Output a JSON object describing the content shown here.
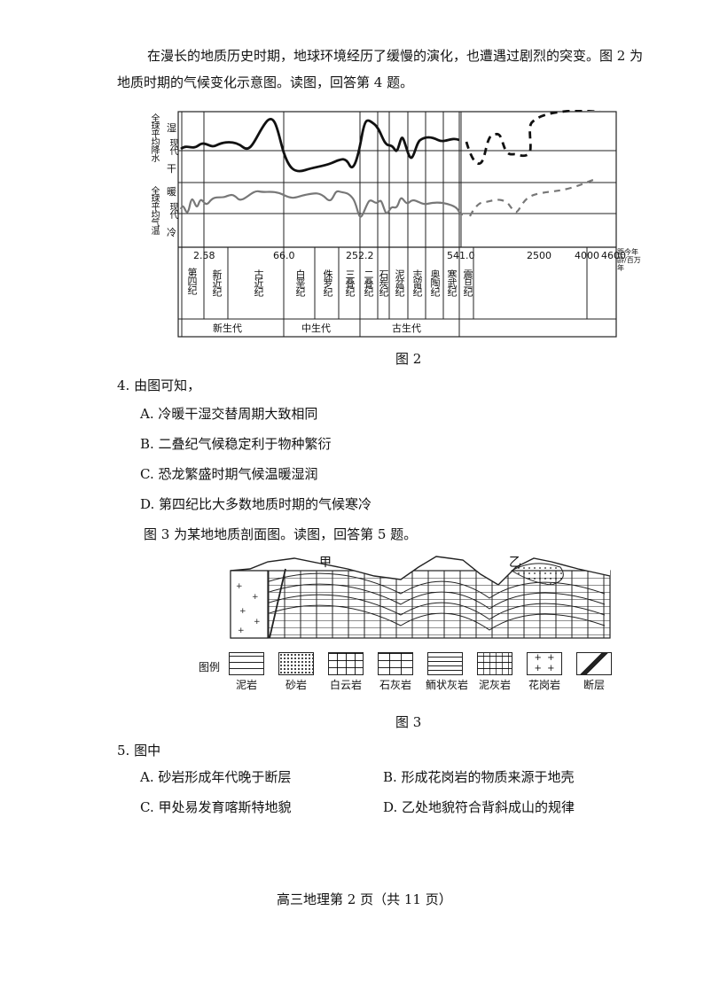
{
  "intro": {
    "line1": "在漫长的地质历史时期，地球环境经历了缓慢的演化，也遭遇过剧烈的突变。图 2 为",
    "line2": "地质时期的气候变化示意图。读图，回答第 4 题。"
  },
  "fig2": {
    "caption": "图 2",
    "left_label_precip": "全球平均降水",
    "left_label_temp": "全球平均气温",
    "wet": "湿",
    "modern1": "现代",
    "dry": "干",
    "warm": "暖",
    "modern2": "现代",
    "cold": "冷",
    "time_labels": [
      "2.58",
      "66.0",
      "252.2",
      "541.0",
      "2500",
      "4000",
      "4600"
    ],
    "time_unit": "距今年龄/百万年",
    "periods": [
      "第四纪",
      "新近纪",
      "古近纪",
      "白垩纪",
      "侏罗纪",
      "三叠纪",
      "二叠纪",
      "石炭纪",
      "泥盆纪",
      "志留纪",
      "奥陶纪",
      "寒武纪",
      "震旦纪"
    ],
    "eras": [
      "新生代",
      "中生代",
      "古生代"
    ]
  },
  "q4": {
    "stem": "4.  由图可知，",
    "options": [
      "A.  冷暖干湿交替周期大致相同",
      "B.  二叠纪气候稳定利于物种繁衍",
      "C.  恐龙繁盛时期气候温暖湿润",
      "D.  第四纪比大多数地质时期的气候寒冷"
    ]
  },
  "fig3_intro": "图 3 为某地地质剖面图。读图，回答第 5 题。",
  "fig3": {
    "caption": "图 3",
    "jia": "甲",
    "yi": "乙",
    "legend_title": "图例",
    "legend": [
      "泥岩",
      "砂岩",
      "白云岩",
      "石灰岩",
      "鲕状灰岩",
      "泥灰岩",
      "花岗岩",
      "断层"
    ]
  },
  "q5": {
    "stem": "5.  图中",
    "options": [
      "A.  砂岩形成年代晚于断层",
      "B.  形成花岗岩的物质来源于地壳",
      "C.  甲处易发育喀斯特地貌",
      "D.  乙处地貌符合背斜成山的规律"
    ]
  },
  "footer": "高三地理第 2 页（共 11 页）"
}
